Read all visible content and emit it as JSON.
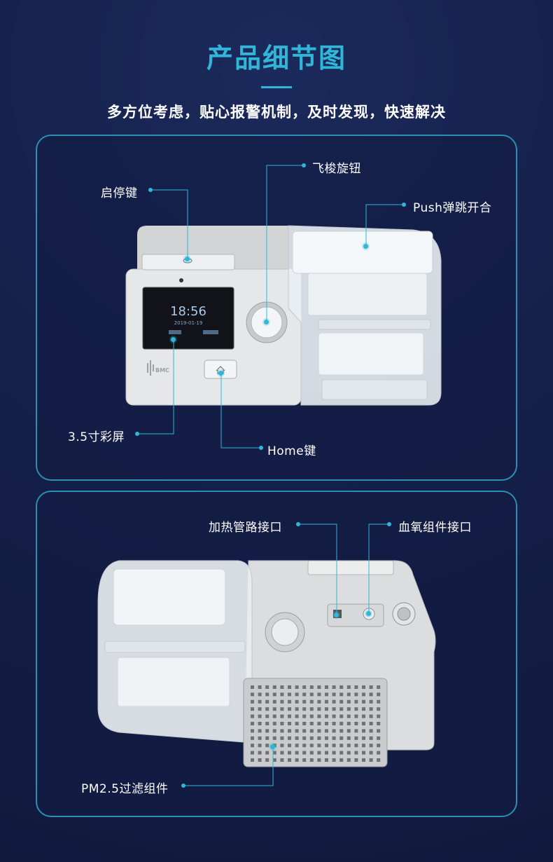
{
  "header": {
    "title": "产品细节图",
    "subtitle": "多方位考虑，贴心报警机制，及时发现，快速解决"
  },
  "panel1": {
    "labels": {
      "start_stop": "启停键",
      "knob": "飞梭旋钮",
      "push": "Push弹跳开合",
      "screen": "3.5寸彩屏",
      "home": "Home键"
    },
    "screen": {
      "time": "18:56",
      "date": "2019-01-19"
    },
    "brand": "BMC"
  },
  "panel2": {
    "labels": {
      "heated_tube": "加热管路接口",
      "spo2": "血氧组件接口",
      "pm25": "PM2.5过滤组件"
    }
  },
  "colors": {
    "accent": "#2fb6d8",
    "background": "#15204a",
    "panel_border": "#2a8fb3"
  }
}
